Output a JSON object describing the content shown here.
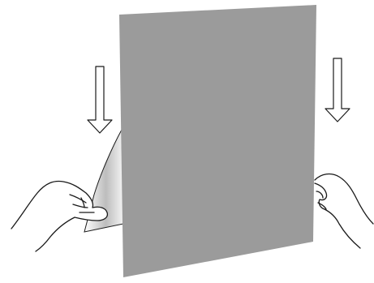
{
  "illustration": {
    "panel_color": "#9b9b9b",
    "line_color": "#1a1a1a",
    "sheet_gradient": [
      "#ffffff",
      "#bdbdbd",
      "#f4f4f4"
    ],
    "arrow_direction": "down",
    "arrow_count": 2,
    "hand_count": 2
  }
}
